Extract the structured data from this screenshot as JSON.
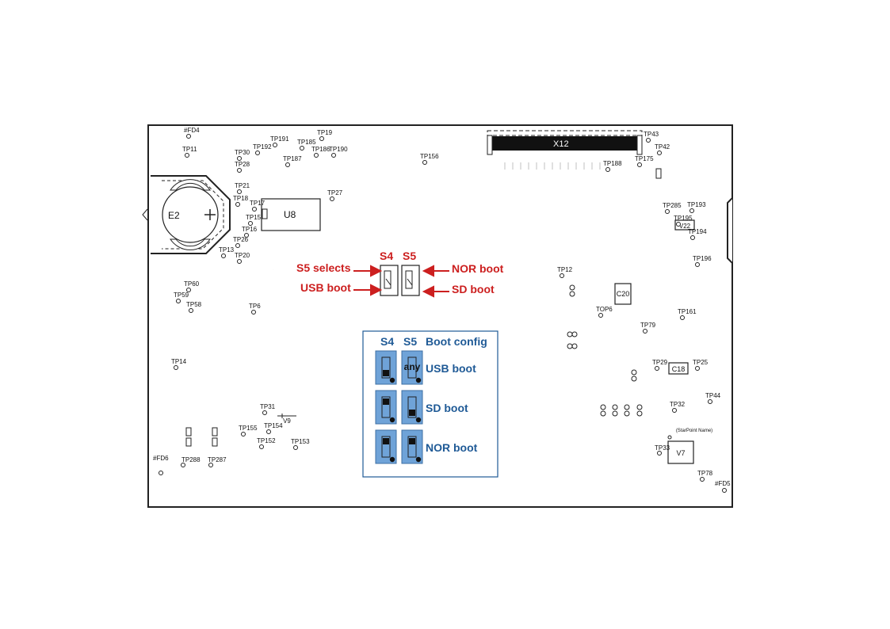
{
  "board": {
    "designators": {
      "u8": "U8",
      "x12": "X12",
      "e2": "E2",
      "c20": "C20",
      "c18": "C18",
      "v7": "V7",
      "v9": "V9",
      "v22": "V22",
      "starpoint": "(StarPoint Name)"
    },
    "test_points": [
      {
        "id": "TP11"
      },
      {
        "id": "TP30"
      },
      {
        "id": "TP192"
      },
      {
        "id": "TP191"
      },
      {
        "id": "TP185"
      },
      {
        "id": "TP19"
      },
      {
        "id": "TP186"
      },
      {
        "id": "TP190"
      },
      {
        "id": "TP187"
      },
      {
        "id": "TP28"
      },
      {
        "id": "TP156"
      },
      {
        "id": "TP21"
      },
      {
        "id": "TP18"
      },
      {
        "id": "TP17"
      },
      {
        "id": "TP15"
      },
      {
        "id": "TP16"
      },
      {
        "id": "TP26"
      },
      {
        "id": "TP13"
      },
      {
        "id": "TP20"
      },
      {
        "id": "TP27"
      },
      {
        "id": "TP60"
      },
      {
        "id": "TP59"
      },
      {
        "id": "TP58"
      },
      {
        "id": "TP6"
      },
      {
        "id": "TP14"
      },
      {
        "id": "TP12"
      },
      {
        "id": "TOP6"
      },
      {
        "id": "TP79"
      },
      {
        "id": "TP161"
      },
      {
        "id": "TP29"
      },
      {
        "id": "TP25"
      },
      {
        "id": "TP44"
      },
      {
        "id": "TP32"
      },
      {
        "id": "TP33"
      },
      {
        "id": "TP78"
      },
      {
        "id": "TP285"
      },
      {
        "id": "TP193"
      },
      {
        "id": "TP195"
      },
      {
        "id": "TP194"
      },
      {
        "id": "TP196"
      },
      {
        "id": "TP43"
      },
      {
        "id": "TP42"
      },
      {
        "id": "TP175"
      },
      {
        "id": "TP188"
      },
      {
        "id": "TP31"
      },
      {
        "id": "TP155"
      },
      {
        "id": "TP154"
      },
      {
        "id": "TP152"
      },
      {
        "id": "TP153"
      },
      {
        "id": "TP288"
      },
      {
        "id": "TP287"
      },
      {
        "id": "#FD4"
      },
      {
        "id": "#FD6"
      },
      {
        "id": "#FD5"
      }
    ]
  },
  "switches": {
    "s4_label": "S4",
    "s5_label": "S5"
  },
  "callouts": {
    "s5_selects": "S5 selects",
    "usb_boot": "USB boot",
    "nor_boot": "NOR boot",
    "sd_boot": "SD boot",
    "color": "#cc1f1f"
  },
  "boot_table": {
    "headers": [
      "S4",
      "S5",
      "Boot config"
    ],
    "rows": [
      {
        "label": "USB boot",
        "s4": "down",
        "s5": "any"
      },
      {
        "label": "SD boot",
        "s4": "up",
        "s5": "down"
      },
      {
        "label": "NOR boot",
        "s4": "up",
        "s5": "up"
      }
    ],
    "color": "#1f5a96",
    "switch_fill": "#6fa3d8"
  }
}
